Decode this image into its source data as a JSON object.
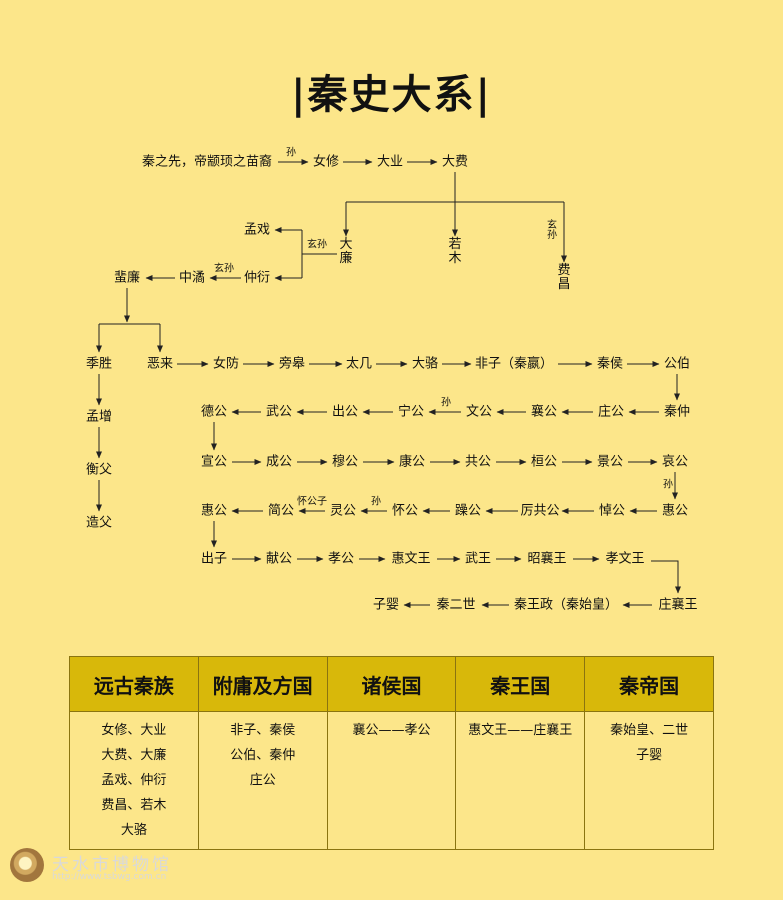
{
  "title": "|秦史大系|",
  "nodes": {
    "qinzhixian": "秦之先，帝颛顼之苗裔",
    "nvxiu": "女修",
    "daye": "大业",
    "dafei": "大费",
    "dalian": "大廉",
    "ruomu": "若木",
    "feichang": "费昌",
    "mengxi": "孟戏",
    "zhongyan": "仲衍",
    "zhongjue": "中潏",
    "feilian": "蜚廉",
    "jisheng": "季胜",
    "mengzeng": "孟增",
    "hengfu": "衡父",
    "zaofu": "造父",
    "elai": "恶来",
    "nvfang": "女防",
    "panggao": "旁皋",
    "taiji": "太几",
    "daluo": "大骆",
    "feizi": "非子（秦嬴）",
    "qinhou": "秦侯",
    "gongbo": "公伯",
    "qinzhong": "秦仲",
    "zhuanggong": "庄公",
    "xianggong": "襄公",
    "wengong": "文公",
    "ninggong": "宁公",
    "chugong": "出公",
    "wugong": "武公",
    "degong": "德公",
    "xuangong": "宣公",
    "chenggong": "成公",
    "mugong": "穆公",
    "kanggong": "康公",
    "gonggong": "共公",
    "huangong": "桓公",
    "jinggong": "景公",
    "aigong": "哀公",
    "huigong2": "惠公",
    "daogong": "悼公",
    "ligonggong": "厉共公",
    "zaogong": "躁公",
    "huaigong": "怀公",
    "linggong": "灵公",
    "jiangong": "简公",
    "huigong1": "惠公",
    "chuzi": "出子",
    "xiangong": "献公",
    "xiaogong": "孝公",
    "huiwenwang": "惠文王",
    "wuwang": "武王",
    "zhaoxiangwang": "昭襄王",
    "xiaowenwang": "孝文王",
    "zhuangxiangwang": "庄襄王",
    "qinwangzheng": "秦王政（秦始皇）",
    "qinershi": "秦二世",
    "ziying": "子婴"
  },
  "edge_labels": {
    "sun1": "孙",
    "xuansun_fc": "玄孙",
    "xuansun_dl": "玄孙",
    "xuansun_zj": "玄孙",
    "sun_wg": "孙",
    "sun_ag": "孙",
    "sun_hg": "孙",
    "huaigongzi": "怀公子"
  },
  "table": {
    "headers": [
      "远古秦族",
      "附庸及方国",
      "诸侯国",
      "秦王国",
      "秦帝国"
    ],
    "cells": [
      [
        "女修、大业",
        "大费、大廉",
        "孟戏、仲衍",
        "费昌、若木",
        "大骆"
      ],
      [
        "非子、秦侯",
        "公伯、秦仲",
        "庄公"
      ],
      [
        "襄公——孝公"
      ],
      [
        "惠文王——庄襄王"
      ],
      [
        "秦始皇、二世",
        "子婴"
      ]
    ]
  },
  "watermark": {
    "name": "天水市博物馆",
    "url": "http://www.tsbwg.com.cn"
  },
  "colors": {
    "background": "#fce68a",
    "header_fill": "#d8b80a",
    "line": "#222222"
  }
}
